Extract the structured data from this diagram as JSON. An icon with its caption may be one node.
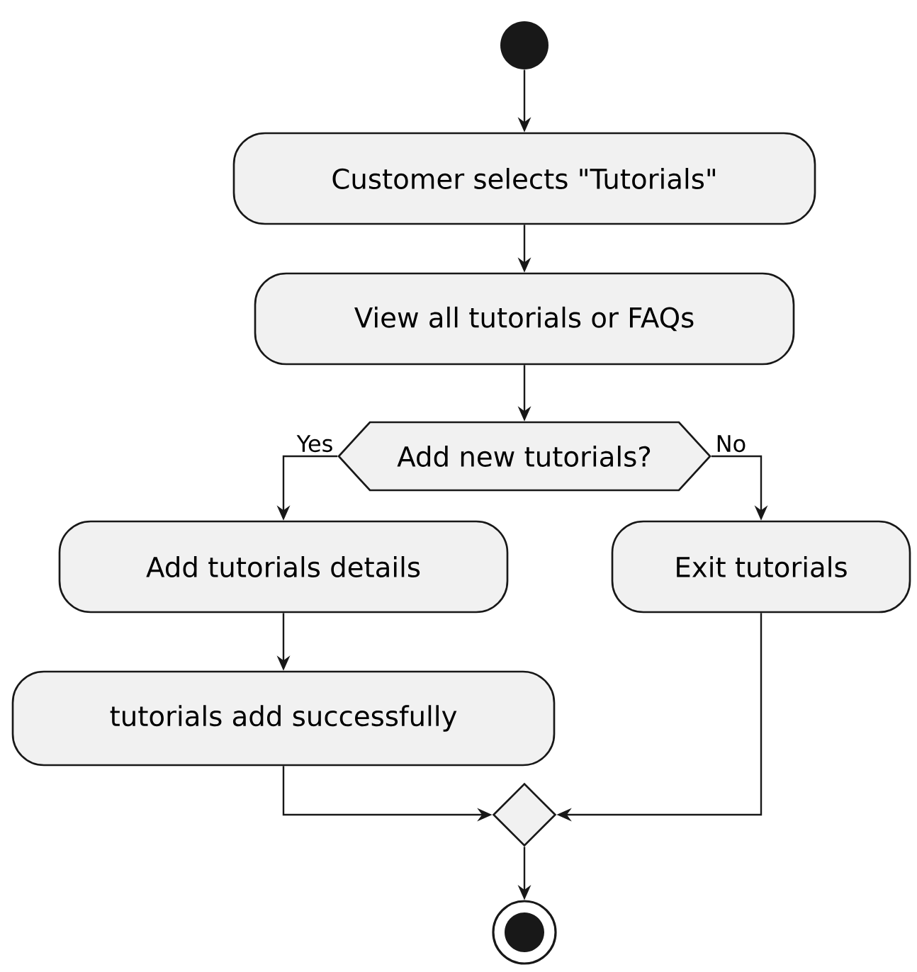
{
  "diagram": {
    "nodes": [
      {
        "text": [],
        "shape": "circle"
      },
      {
        "text": [
          "Customer selects \"Tutorials\""
        ]
      },
      {
        "text": [
          "View all tutorials or FAQs"
        ]
      },
      {
        "text": [
          "Add new tutorials?"
        ]
      },
      {
        "text": [
          "Add tutorials details"
        ]
      },
      {
        "text": [
          "Exit tutorials"
        ]
      },
      {
        "text": [
          "tutorials add successfully"
        ]
      },
      {
        "text": [],
        "shape": "diamond"
      },
      {
        "text": [],
        "shape": "circle"
      }
    ],
    "edges": [
      {
        "from": 0,
        "to": 1,
        "arrow": "to"
      },
      {
        "from": 1,
        "to": 2,
        "arrow": "to"
      },
      {
        "from": 2,
        "to": 3,
        "arrow": "to"
      },
      {
        "from": 3,
        "to": 4,
        "arrow": "to",
        "label": "Yes"
      },
      {
        "from": 3,
        "to": 5,
        "arrow": "to",
        "label": "No"
      },
      {
        "from": 4,
        "to": 6,
        "arrow": "to"
      },
      {
        "from": 6,
        "to": 7,
        "arrow": "to"
      },
      {
        "from": 5,
        "to": 7,
        "arrow": "to"
      },
      {
        "from": 7,
        "to": 8,
        "arrow": "to"
      }
    ]
  }
}
